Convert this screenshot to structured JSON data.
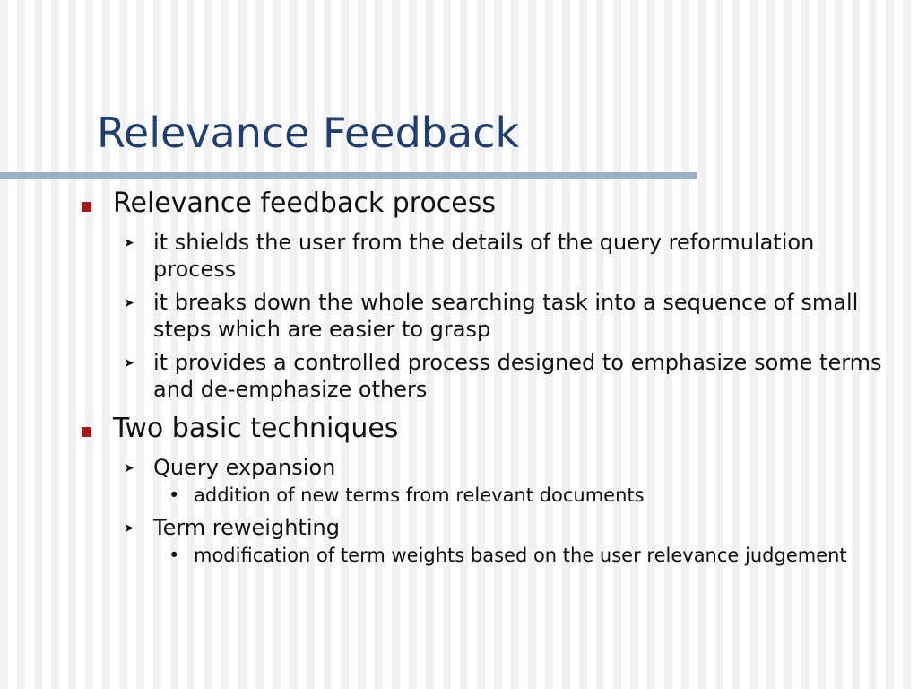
{
  "slide": {
    "title": "Relevance Feedback",
    "bullets": [
      {
        "text": "Relevance feedback process",
        "sub": [
          {
            "text": "it shields the user from the details of the query reformulation process",
            "sub": []
          },
          {
            "text": "it breaks down the whole searching task into a sequence of small steps which are easier to grasp",
            "sub": []
          },
          {
            "text": "it provides a controlled process designed to emphasize some terms and de-emphasize others",
            "sub": []
          }
        ]
      },
      {
        "text": "Two basic techniques",
        "sub": [
          {
            "text": "Query expansion",
            "sub": [
              {
                "text": "addition of new terms from relevant documents"
              }
            ]
          },
          {
            "text": "Term reweighting",
            "sub": [
              {
                "text": "modification of term weights based on the user relevance judgement"
              }
            ]
          }
        ]
      }
    ]
  },
  "colors": {
    "title": "#1f3f70",
    "rule": "#9ab0c8",
    "bullet": "#a8171b",
    "text": "#111111"
  }
}
